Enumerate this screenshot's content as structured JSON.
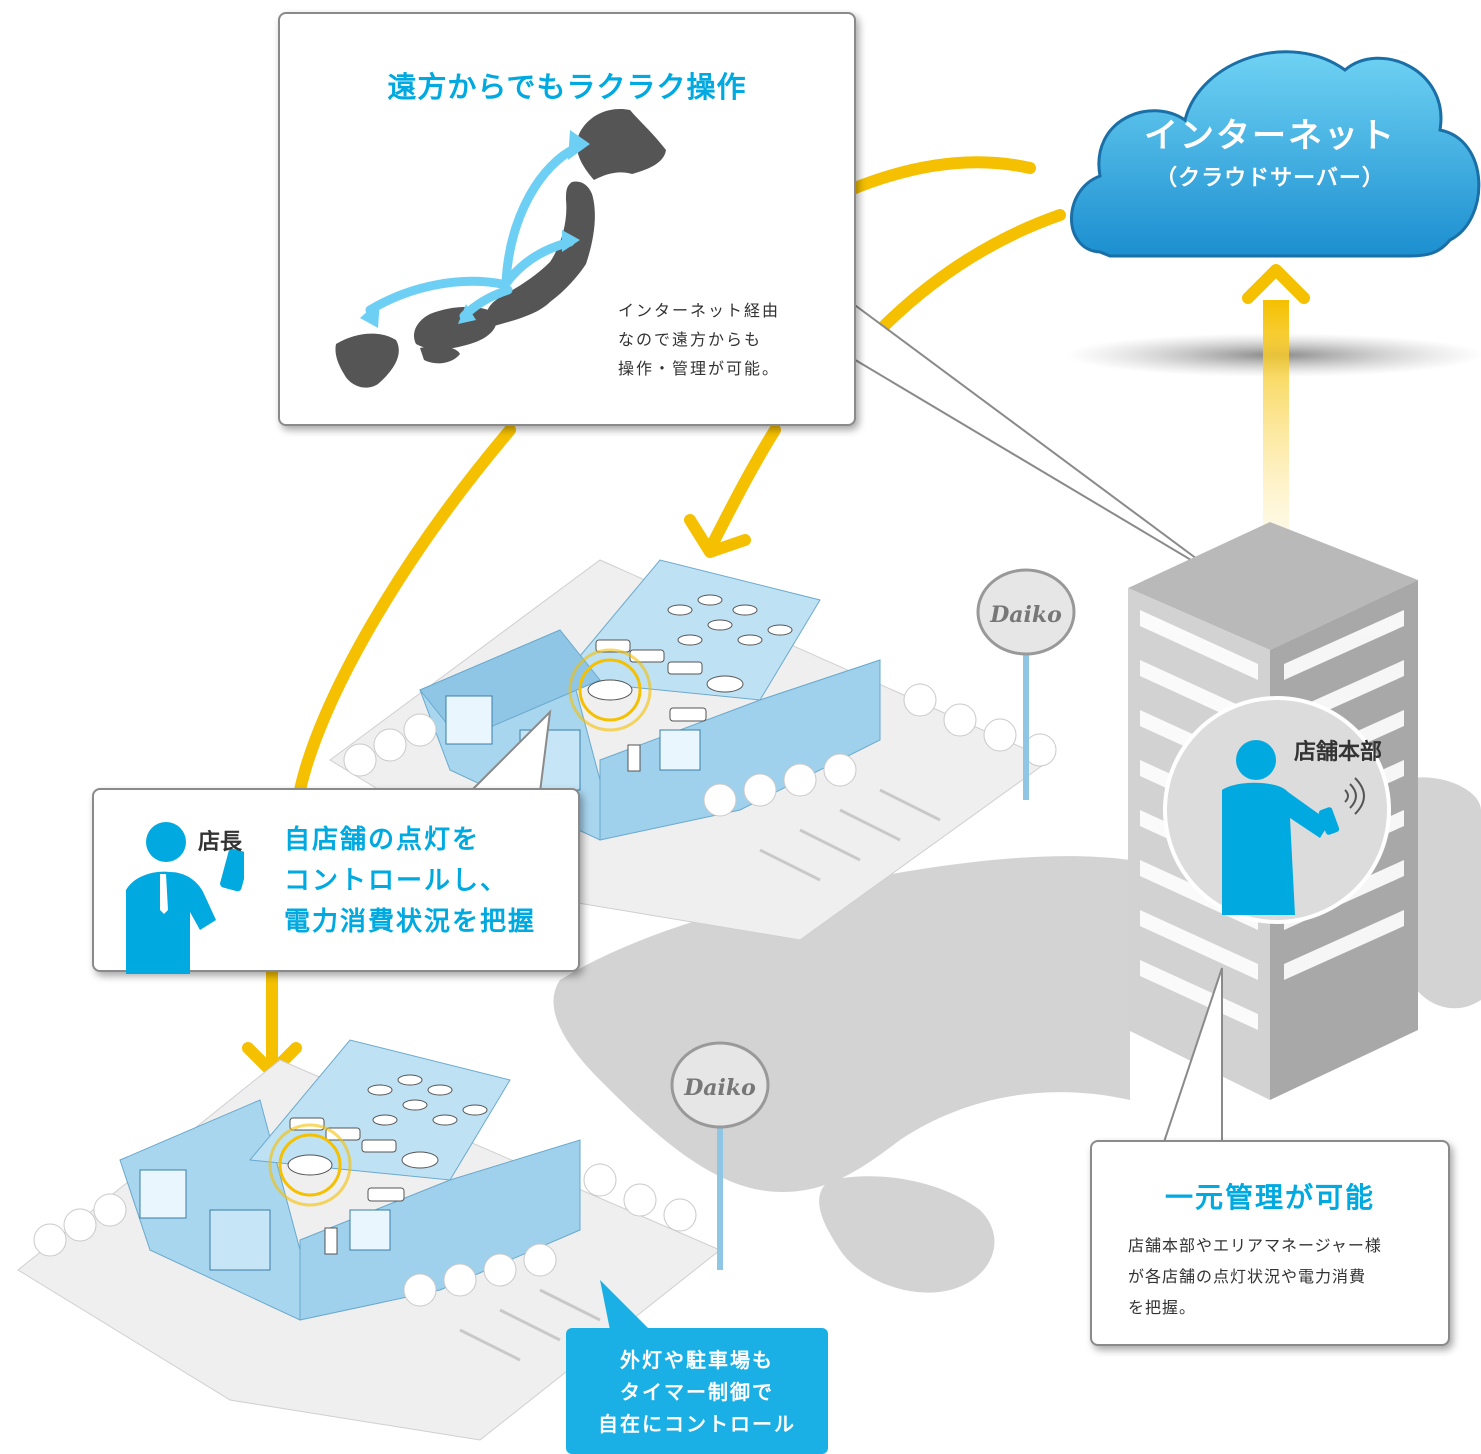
{
  "cloud": {
    "title": "インターネット",
    "subtitle": "（クラウドサーバー）"
  },
  "remote_box": {
    "title": "遠方からでもラクラク操作",
    "description": [
      "インターネット経由",
      "なので遠方からも",
      "操作・管理が可能。"
    ]
  },
  "manager_box": {
    "role": "店長",
    "text": [
      "自店舗の点灯を",
      "コントロールし、",
      "電力消費状況を把握"
    ]
  },
  "hq": {
    "label": "店舗本部"
  },
  "hq_box": {
    "title": "一元管理が可能",
    "description": [
      "店舗本部やエリアマネージャー様",
      "が各店舗の点灯状況や電力消費",
      "を把握。"
    ]
  },
  "outdoor_box": {
    "text": [
      "外灯や駐車場も",
      "タイマー制御で",
      "自在にコントロール"
    ]
  },
  "store_sign": "Daiko",
  "colors": {
    "accent": "#00a9e0",
    "arrow": "#f5c000",
    "building": "#a9d6ef",
    "tower": "#c7c7c7",
    "map": "#d3d3d3"
  }
}
